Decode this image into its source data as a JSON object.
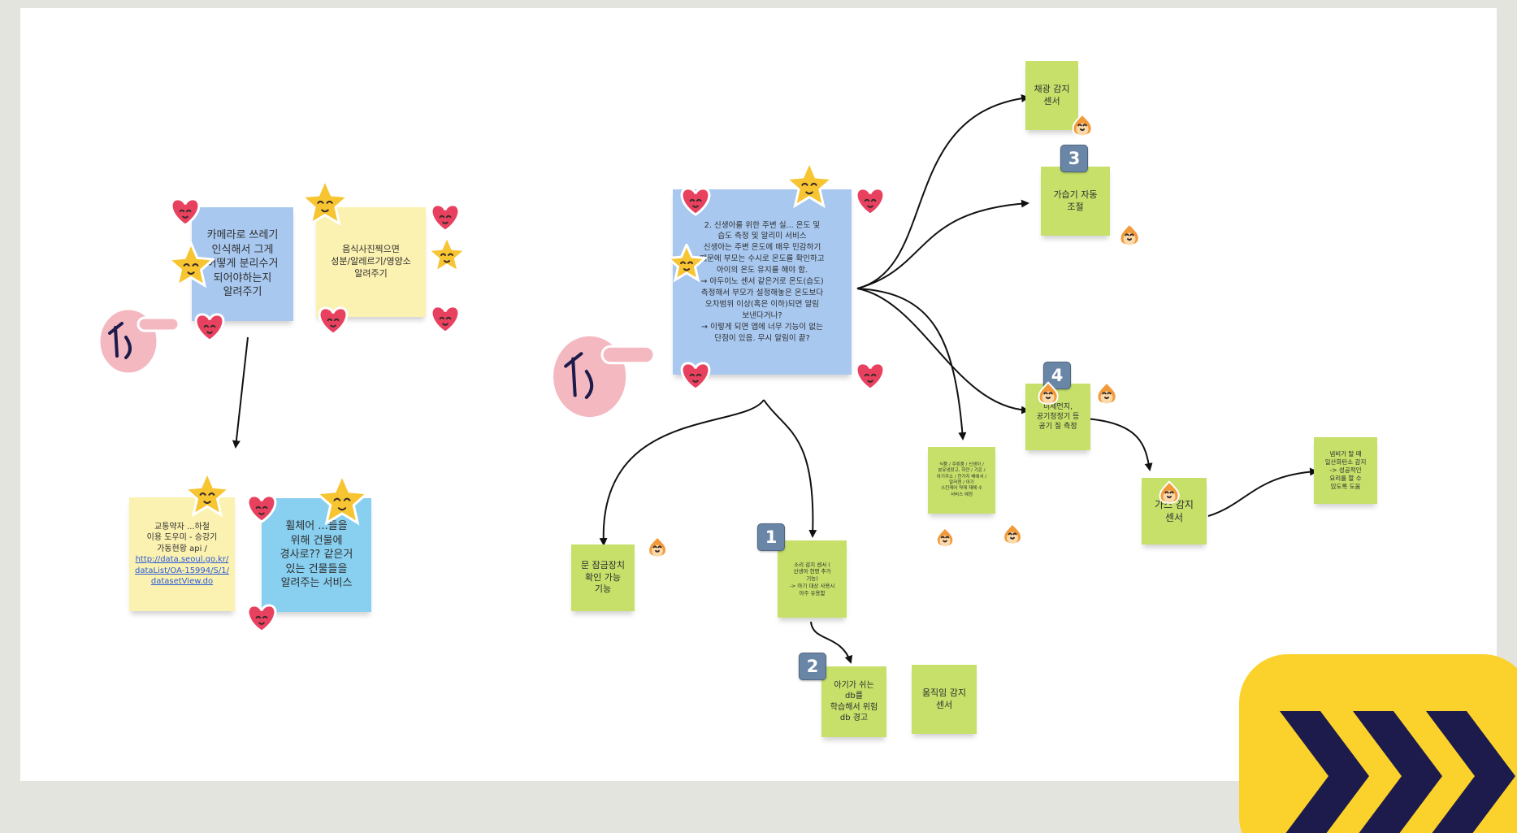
{
  "notes": {
    "camera_trash": "카메라로 쓰레기\n인식해서 그게\n어떻게 분리수거\n되어야하는지\n알려주기",
    "food_photo": "음식사진찍으면\n성분/알레르기/영양소\n알려주기",
    "wheelchair_api": "교통약자 ...하철\n이용 도우미 - 승강기\n가동현황 api /",
    "wheelchair_api_link": "http://data.seoul.go.kr/dataList/OA-15994/S/1/datasetView.do",
    "wheelchair_buildings": "휠체어 ...들을\n위해 건물에\n경사로?? 같은거\n있는 건물들을\n알려주는 서비스",
    "newborn_main": "2. 신생아를 위한 주변 실... 온도 및\n습도 측정 및 알리미 서비스\n신생아는 주변 온도에 매우 민감하기\n때문에 부모는 수시로 온도를 확인하고\n아이의 온도 유지를 해야 함.\n→ 아두이노 센서 같은거로 온도(습도)\n측정해서 부모가 설정해놓은 온도보다\n오차범위 이상(혹은 이하)되면 알림\n보낸다거나?\n→ 이렇게 되면 앱에 너무 기능이 없는\n단점이 있음. 무시 알림이 끝?",
    "light_sensor": "채광 감지\n센서",
    "humidifier": "가습기 자동\n조절",
    "fine_dust": "미세먼지,\n공기청정기 등\n공기 질 측정",
    "items_list": "식품 / 주류품 / 신생아 /\n분유냉장고, 하얀 / 기온 /\n아기주소 / 한가지 배에서 /\n알러젠 / 아기\n스킨케어 약재 재해 수\n서비스 예정",
    "gas_sensor": "가스 감지\n센서",
    "gas_action": "냄비가 탈 때\n일산화탄소 감지\n-> 성공적인\n요리를 할 수\n있도록 도움",
    "door_lock": "문 잠금장치\n확인 가능\n기능",
    "noise_sensor": "소리 감지 센서 (\n신생아 현명 추가\n기능)\n-> 아기 대상 사용시\n아주 유용함",
    "baby_cry": "아기가 쉬는\ndb를\n학습해서 위험\ndb 경고",
    "motion_sensor": "움직임 감지\n센서"
  },
  "badges": {
    "b1": "1",
    "b2": "2",
    "b3": "3",
    "b4": "4"
  },
  "stickers": {
    "star": "star-sticker",
    "heart": "heart-sticker",
    "hand": "pointing-hand-sticker",
    "flame": "flame-sticker"
  },
  "colors": {
    "blue_note": "#a8c8f0",
    "yellow_note": "#fbf1b0",
    "cyan_note": "#88cff0",
    "green_note": "#c6e06a",
    "badge": "#6a86a6",
    "logo_yellow": "#fbd22c",
    "logo_navy": "#1c1b4b"
  }
}
